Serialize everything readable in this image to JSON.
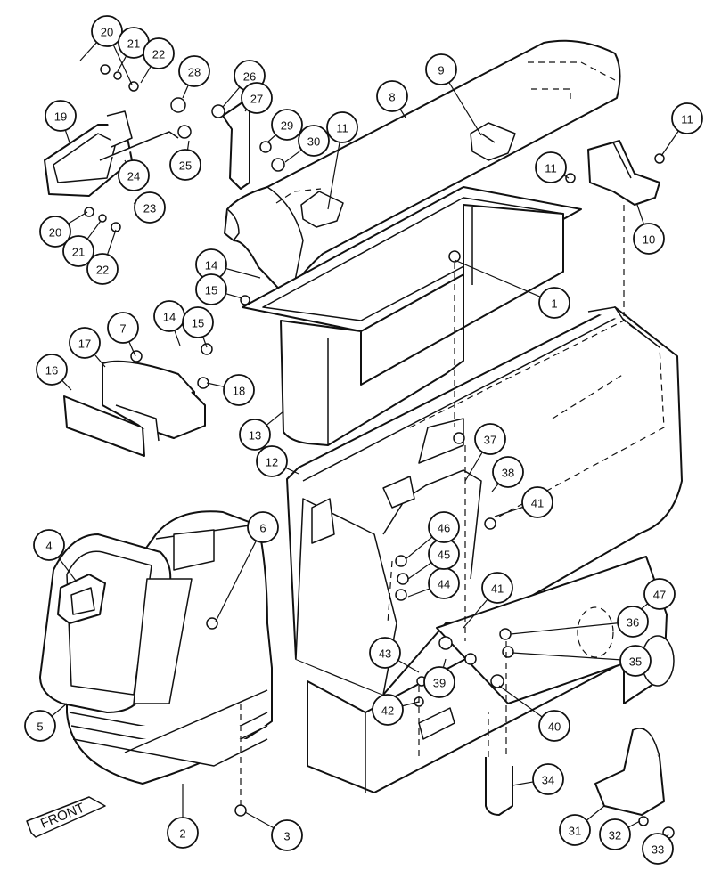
{
  "diagram": {
    "callouts": [
      "1",
      "2",
      "3",
      "4",
      "5",
      "6",
      "7",
      "8",
      "9",
      "10",
      "11",
      "12",
      "13",
      "14",
      "15",
      "16",
      "17",
      "18",
      "19",
      "20",
      "21",
      "22",
      "23",
      "24",
      "25",
      "26",
      "27",
      "28",
      "29",
      "30",
      "31",
      "32",
      "33",
      "34",
      "35",
      "36",
      "37",
      "38",
      "39",
      "40",
      "41",
      "42",
      "43",
      "44",
      "45",
      "46",
      "47"
    ],
    "front_label": "FRONT"
  }
}
